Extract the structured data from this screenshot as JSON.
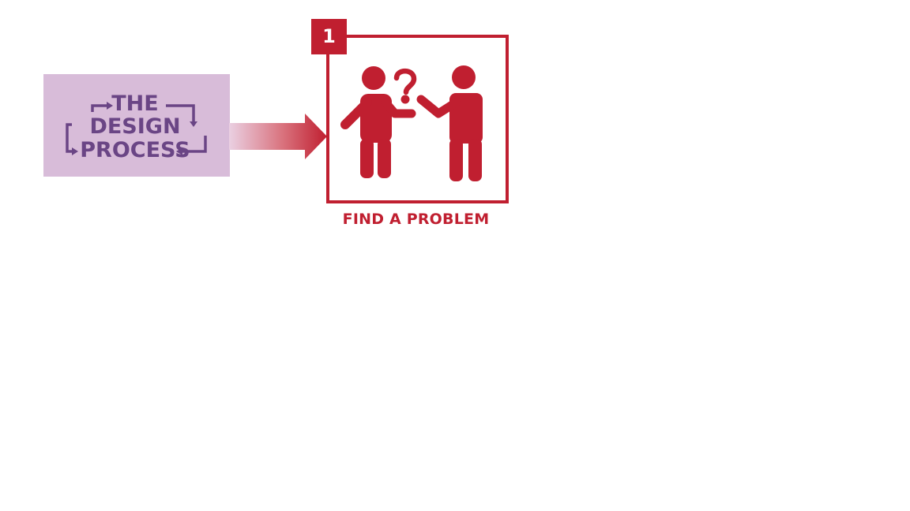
{
  "logo": {
    "line1": "THE",
    "line2": "DESIGN",
    "line3": "PROCESS",
    "background_color": "#d8bcd9",
    "text_color": "#6a4585"
  },
  "connector": {
    "icon": "right-arrow-icon",
    "gradient_from": "#e8c9de",
    "gradient_to": "#c01f30"
  },
  "step": {
    "number": "1",
    "label": "FIND A PROBLEM",
    "icon": "two-people-question-icon",
    "accent_color": "#c01f30"
  }
}
